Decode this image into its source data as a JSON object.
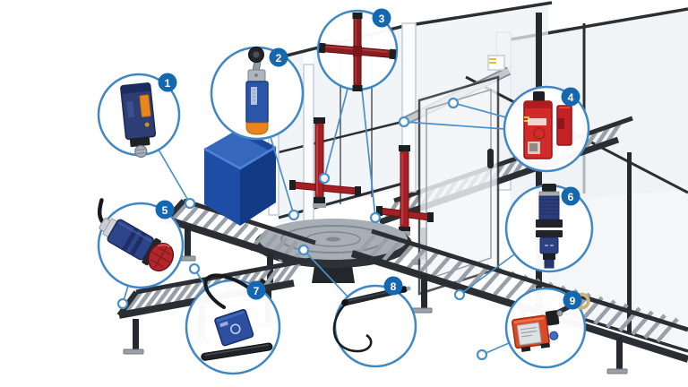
{
  "diagram": {
    "type": "industrial-conveyor-safety-illustration",
    "visible_text": [
      "1",
      "2",
      "3",
      "4",
      "5",
      "6",
      "7",
      "8",
      "9"
    ]
  },
  "callouts": [
    {
      "number": "1",
      "icon": "photoelectric-sensor-icon"
    },
    {
      "number": "2",
      "icon": "roller-lever-limit-switch-icon"
    },
    {
      "number": "3",
      "icon": "light-curtain-cross-icon"
    },
    {
      "number": "4",
      "icon": "safety-interlock-switch-icon"
    },
    {
      "number": "5",
      "icon": "cylindrical-photoelectric-sensor-icon"
    },
    {
      "number": "6",
      "icon": "inductive-proximity-sensor-icon"
    },
    {
      "number": "7",
      "icon": "flat-proximity-sensor-icon"
    },
    {
      "number": "8",
      "icon": "magnetic-rod-sensor-icon"
    },
    {
      "number": "9",
      "icon": "rope-pull-emergency-switch-icon"
    }
  ],
  "colors": {
    "callout_stroke": "#3f87c5",
    "badge_fill": "#1568b0",
    "leader_line": "#4a90c9",
    "safety_red": "#d12a28",
    "curtain_red": "#a32025",
    "machine_blue": "#1e4da5",
    "sensor_navy": "#2d3e74",
    "frame_dark": "#2b2f34",
    "roller_gray": "#99a0a7",
    "panel_light": "#eef1f4",
    "orange_accent": "#e8871f"
  }
}
